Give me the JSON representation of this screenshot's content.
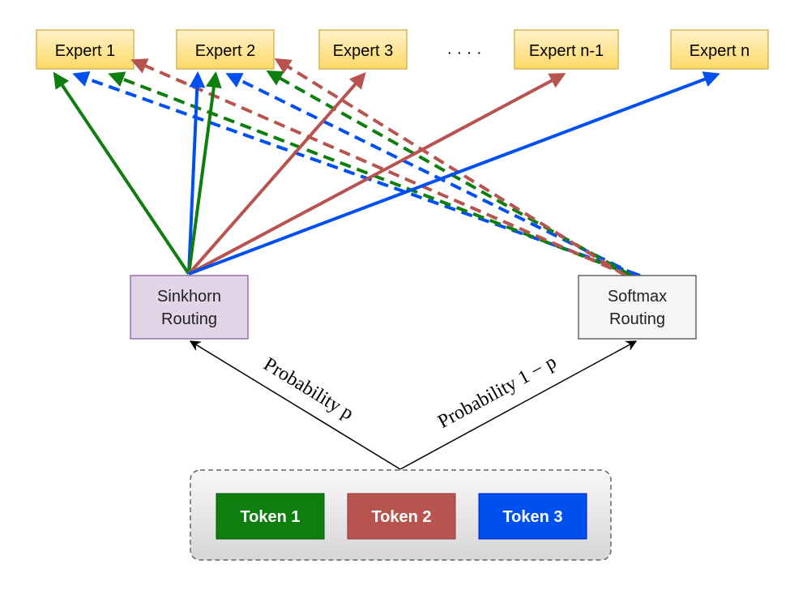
{
  "experts": [
    "Expert 1",
    "Expert 2",
    "Expert 3",
    "Expert n-1",
    "Expert n"
  ],
  "ellipsis": "· · · ·",
  "routers": {
    "sinkhorn": [
      "Sinkhorn",
      "Routing"
    ],
    "softmax": [
      "Softmax",
      "Routing"
    ]
  },
  "probabilities": {
    "left": "Probability p",
    "right": "Probability 1 − p"
  },
  "tokens": [
    {
      "label": "Token 1",
      "color": "#0e7e0e"
    },
    {
      "label": "Token 2",
      "color": "#b85450"
    },
    {
      "label": "Token 3",
      "color": "#0050ef"
    }
  ],
  "colors": {
    "expert_fill": "#ffd966",
    "expert_stroke": "#d6b656",
    "sinkhorn_fill": "#e1d5e7",
    "sinkhorn_stroke": "#9673a6",
    "softmax_fill": "#f5f5f5",
    "softmax_stroke": "#666666",
    "token_group_fill": "#eeeeee",
    "token_group_stroke": "#666666"
  }
}
